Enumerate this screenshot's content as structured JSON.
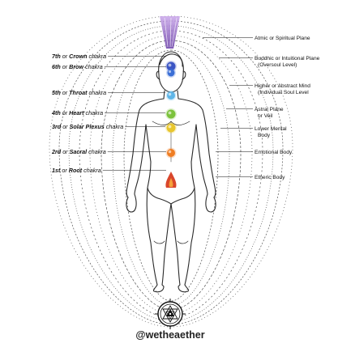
{
  "chakras": [
    {
      "ordinal": "7th",
      "connector": "or",
      "name": "Crown",
      "suffix": "chakra",
      "color": "#3b55c4"
    },
    {
      "ordinal": "6th",
      "connector": "or",
      "name": "Brow",
      "suffix": "chakra",
      "color": "#3b6fd6"
    },
    {
      "ordinal": "5th",
      "connector": "or",
      "name": "Throat",
      "suffix": "chakra",
      "color": "#5fb6e8"
    },
    {
      "ordinal": "4th",
      "connector": "or",
      "name": "Heart",
      "suffix": "chakra",
      "color": "#7cc23c"
    },
    {
      "ordinal": "3rd",
      "connector": "or",
      "name": "Solar Plexus",
      "suffix": "chakra",
      "color": "#e8c62e"
    },
    {
      "ordinal": "2rd",
      "connector": "or",
      "name": "Sacral",
      "suffix": "chakra",
      "color": "#ef7d22"
    },
    {
      "ordinal": "1st",
      "connector": "or",
      "name": "Root",
      "suffix": "chakra",
      "color": "#d9462b"
    }
  ],
  "planes": [
    {
      "lines": [
        "Atmic or Spiritual Plane"
      ]
    },
    {
      "lines": [
        "Buddhic or Intuitional Plane",
        "(Oversoul Level)"
      ]
    },
    {
      "lines": [
        "Higher or Abstract Mind",
        "(Individual Soul Level"
      ]
    },
    {
      "lines": [
        "Astral Plane",
        "or Veil"
      ]
    },
    {
      "lines": [
        "Lower Mental",
        "Body"
      ]
    },
    {
      "lines": [
        "Emotional Body"
      ]
    },
    {
      "lines": [
        "Etheric Body"
      ]
    }
  ],
  "footer": {
    "handle": "@wetheaether"
  },
  "colors": {
    "crown_light": "#b48fd8",
    "aura_line": "#555555",
    "body_line": "#2a2a2a"
  }
}
